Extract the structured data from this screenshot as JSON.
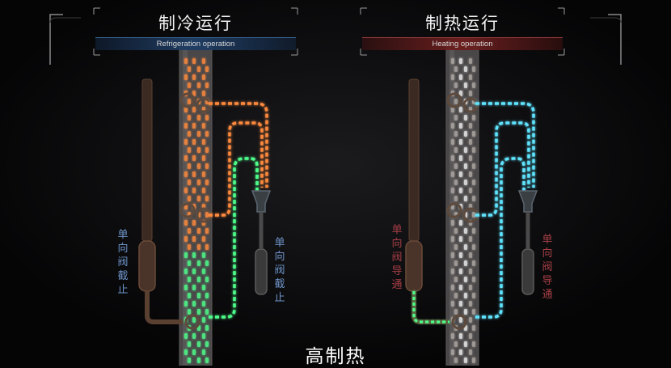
{
  "left_panel": {
    "title": "制冷运行",
    "subtitle": "Refrigeration operation",
    "left_valve_label": "单向阀截止",
    "right_valve_label": "单向阀截止"
  },
  "right_panel": {
    "title": "制热运行",
    "subtitle": "Heating operation",
    "left_valve_label": "单向阀导通",
    "right_valve_label": "单向阀导通"
  },
  "caption": "高制热",
  "colors": {
    "orange_flow": "#ff8a3d",
    "green_flow": "#4dff8a",
    "cyan_flow": "#5fe4ff",
    "pipe_dark": "#3a2a20",
    "label_blue": "#6d93c7",
    "label_red": "#a63e45"
  }
}
